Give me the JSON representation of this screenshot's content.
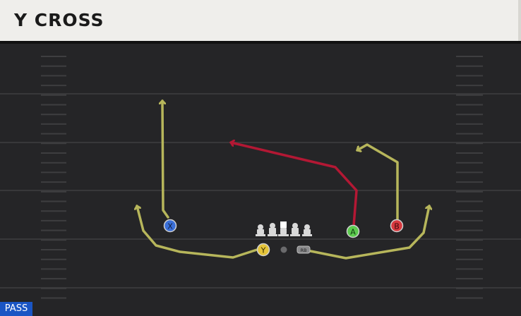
{
  "play": {
    "name": "Y CROSS",
    "type_badge": "PASS"
  },
  "players": {
    "x": {
      "label": "X",
      "color": "#3a6fd8"
    },
    "y": {
      "label": "Y",
      "color": "#e5c43a"
    },
    "a": {
      "label": "A",
      "color": "#5dcc4f"
    },
    "b": {
      "label": "B",
      "color": "#d8393f"
    },
    "rb": {
      "label": "RB"
    }
  },
  "colors": {
    "route_default": "#b7b65b",
    "route_primary": "#b31834",
    "field": "#252527",
    "yard_line": "#3a3a3c",
    "hash": "#444446",
    "badge": "#1a55c4"
  }
}
